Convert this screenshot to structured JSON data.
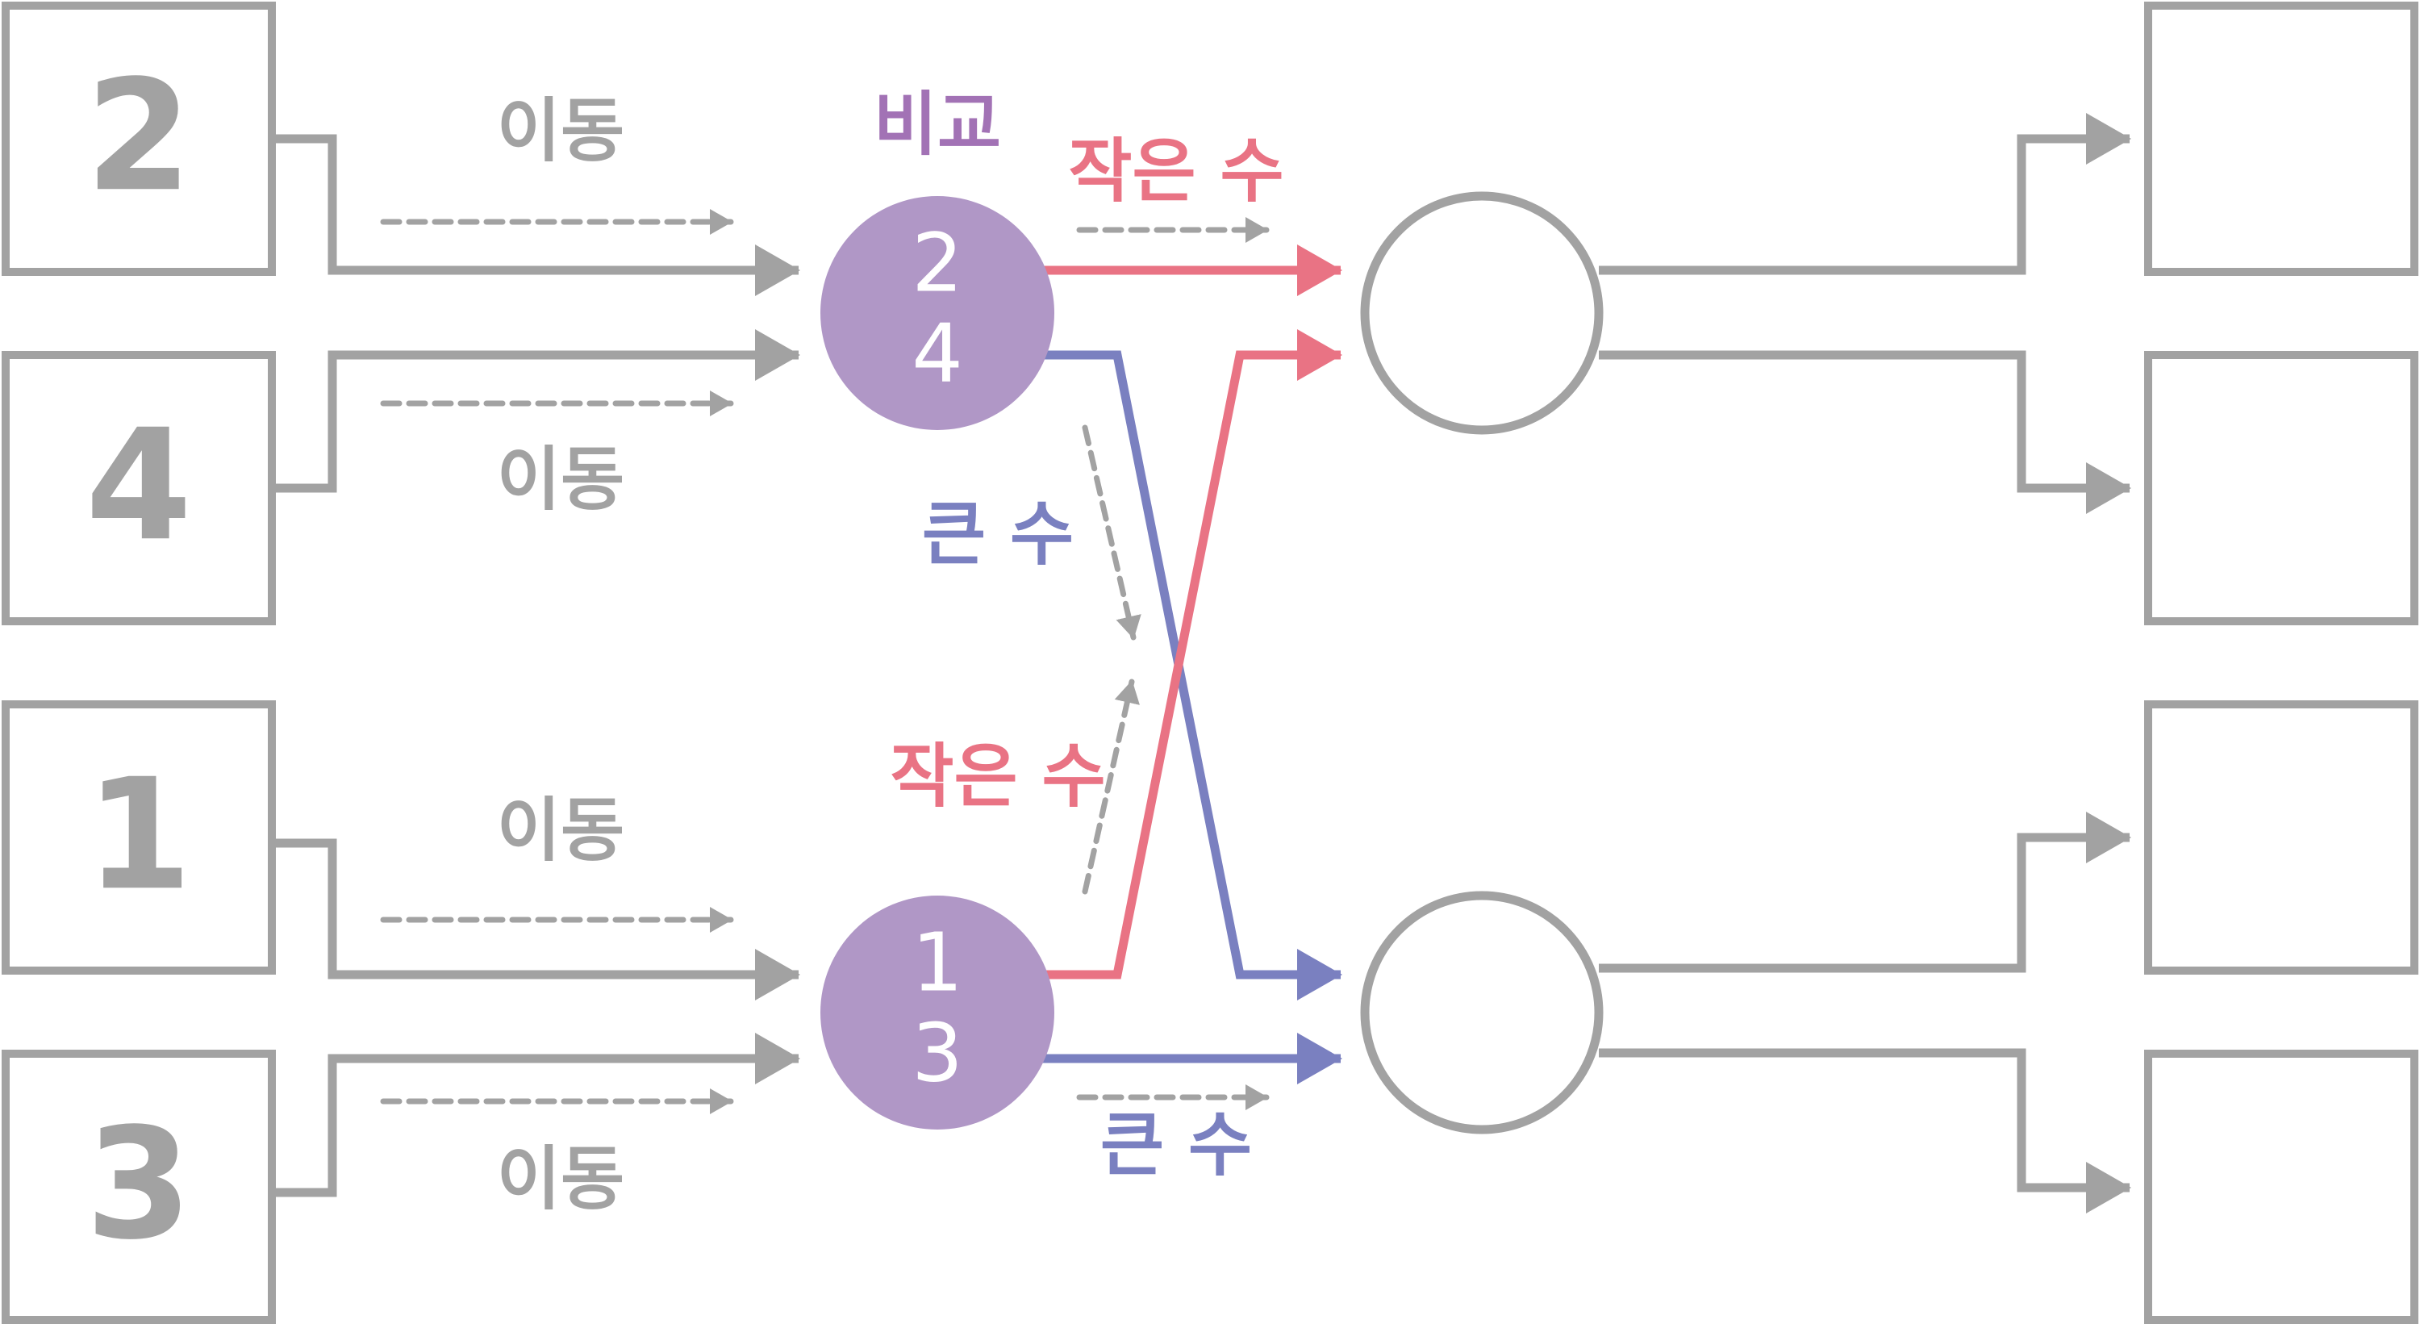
{
  "colors": {
    "gray": "#a2a2a2",
    "purple": "#b097c6",
    "red": "#e97384",
    "blue": "#7a80c0",
    "label_purple": "#a272b5"
  },
  "inputs": [
    {
      "value": "2",
      "move_label": "이동"
    },
    {
      "value": "4",
      "move_label": "이동"
    },
    {
      "value": "1",
      "move_label": "이동"
    },
    {
      "value": "3",
      "move_label": "이동"
    }
  ],
  "comparators": [
    {
      "compare_label": "비교",
      "top": "2",
      "bottom": "4",
      "small_label": "작은 수",
      "large_label": "큰 수"
    },
    {
      "compare_label": "",
      "top": "1",
      "bottom": "3",
      "small_label": "작은 수",
      "large_label": "큰 수"
    }
  ],
  "outputs": [
    {
      "value": ""
    },
    {
      "value": ""
    },
    {
      "value": ""
    },
    {
      "value": ""
    }
  ]
}
